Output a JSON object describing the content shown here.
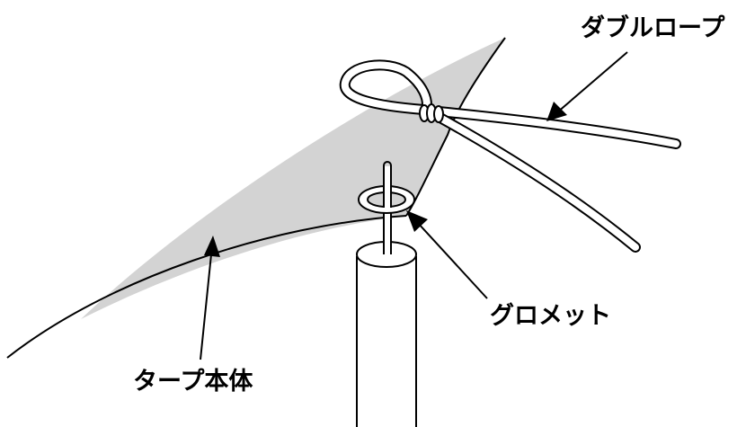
{
  "labels": {
    "double_rope": "ダブルロープ",
    "grommet": "グロメット",
    "tarp_body": "タープ本体"
  },
  "colors": {
    "tarp_fill": "#d3d3d3",
    "line": "#000000",
    "background": "#ffffff"
  }
}
